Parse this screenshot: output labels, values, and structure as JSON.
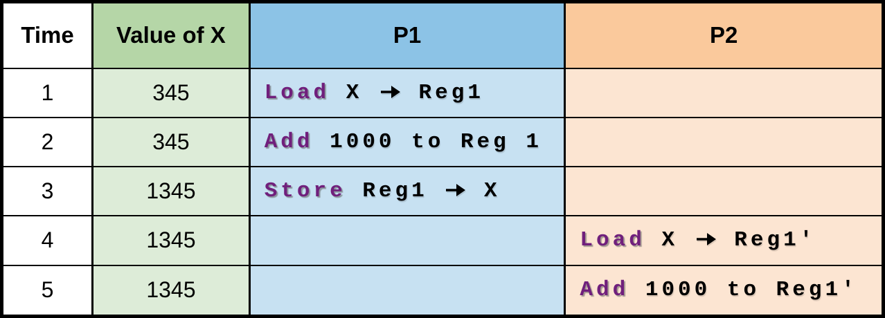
{
  "table": {
    "columns": [
      {
        "id": "time",
        "label": "Time"
      },
      {
        "id": "value_of_x",
        "label": "Value of X"
      },
      {
        "id": "p1",
        "label": "P1"
      },
      {
        "id": "p2",
        "label": "P2"
      }
    ],
    "rows": [
      {
        "time": "1",
        "value_of_x": "345",
        "p1": {
          "keyword": "Load",
          "rest": "X ➔ Reg1"
        },
        "p2": null
      },
      {
        "time": "2",
        "value_of_x": "345",
        "p1": {
          "keyword": "Add",
          "rest": "1000 to Reg 1"
        },
        "p2": null
      },
      {
        "time": "3",
        "value_of_x": "1345",
        "p1": {
          "keyword": "Store",
          "rest": "Reg1 ➔ X"
        },
        "p2": null
      },
      {
        "time": "4",
        "value_of_x": "1345",
        "p1": null,
        "p2": {
          "keyword": "Load",
          "rest": "X ➔ Reg1'"
        }
      },
      {
        "time": "5",
        "value_of_x": "1345",
        "p1": null,
        "p2": {
          "keyword": "Add",
          "rest": "1000 to Reg1'"
        }
      }
    ]
  },
  "icons": {
    "arrow": "right-arrow-icon"
  },
  "colors": {
    "time_bg": "#ffffff",
    "green_header": "#b5d6a7",
    "green_body": "#ddecd8",
    "blue_header": "#8cc3e6",
    "blue_body": "#c7e1f2",
    "orange_header": "#fac99c",
    "orange_body": "#fce5d2",
    "keyword_purple": "#701f7c",
    "border_black": "#000000"
  }
}
